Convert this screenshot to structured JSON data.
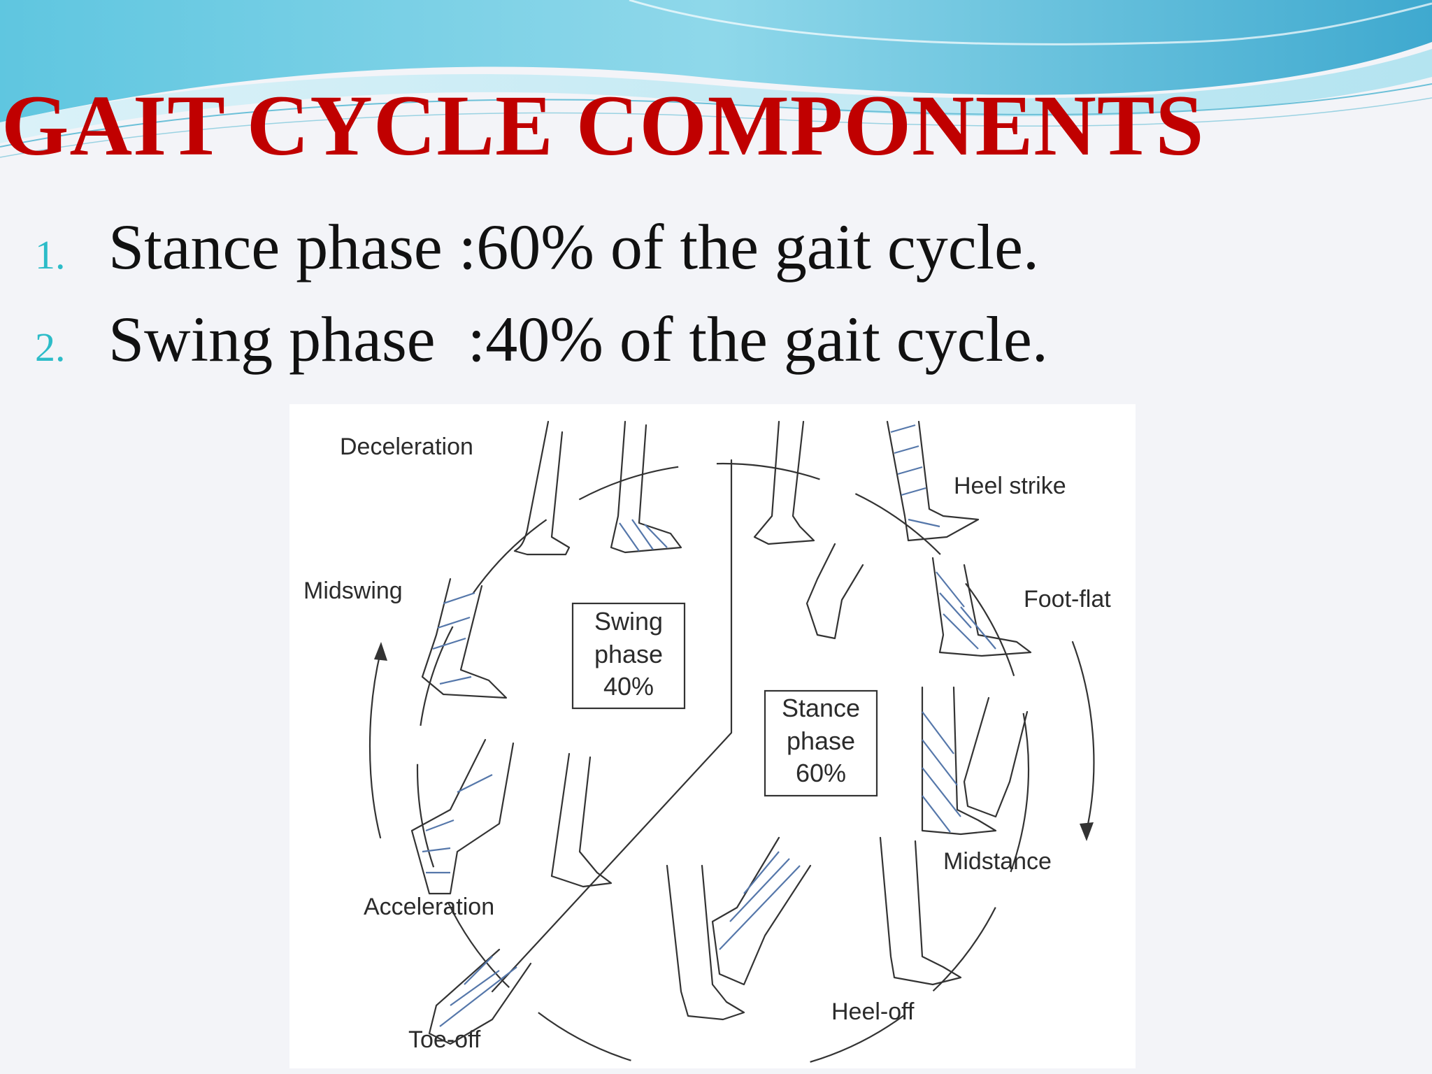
{
  "slide": {
    "title": "GAIT CYCLE COMPONENTS",
    "bullets": [
      {
        "number": "1.",
        "text": "Stance phase :60% of the gait cycle."
      },
      {
        "number": "2.",
        "text": "Swing phase  :40% of the gait cycle."
      }
    ],
    "colors": {
      "title": "#c00000",
      "numbers": "#2cbcc8",
      "header_wave": "#4fb8d6",
      "hatch": "#5577aa"
    }
  },
  "diagram": {
    "phase_labels": [
      "Deceleration",
      "Heel strike",
      "Midswing",
      "Foot-flat",
      "Midstance",
      "Acceleration",
      "Toe-off",
      "Heel-off"
    ],
    "swing_box": {
      "line1": "Swing",
      "line2": "phase",
      "line3": "40%"
    },
    "stance_box": {
      "line1": "Stance",
      "line2": "phase",
      "line3": "60%"
    }
  }
}
